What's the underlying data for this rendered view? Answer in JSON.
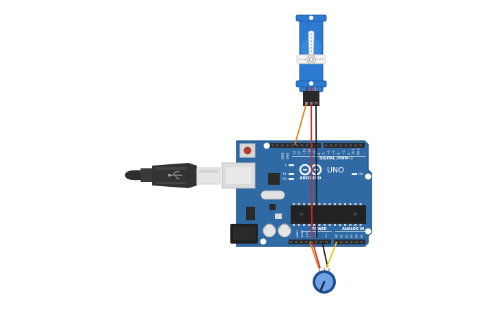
{
  "board": {
    "brand": "ARDUINO",
    "model": "UNO",
    "digital_header_label": "DIGITAL (PWM~)",
    "power_header_label": "POWER",
    "analog_header_label": "ANALOG IN",
    "on_label": "ON",
    "tx_label": "TX",
    "rx_label": "RX",
    "l_label": "L",
    "aref_label": "AREF",
    "gnd_label": "GND",
    "ioref_label": "IOREF",
    "reset_label": "RESET",
    "v33_label": "3.3V",
    "v5_label": "5V",
    "gnd2_label": "GND",
    "vin_label": "Vin",
    "digital_pins": [
      "13",
      "12",
      "~11",
      "~10",
      "~9",
      "8",
      "7",
      "~6",
      "~5",
      "4",
      "~3",
      "2",
      "TX 1",
      "RX 0"
    ],
    "analog_pins": [
      "A0",
      "A1",
      "A2",
      "A3",
      "A4",
      "A5"
    ]
  },
  "colors": {
    "pcb": "#2f6aa5",
    "pcb_edge": "#25598d",
    "header": "#2b2b2b",
    "servo_body": "#2c7ad1",
    "wire_orange": "#e0801a",
    "wire_red": "#cc2a2a",
    "wire_black": "#222222",
    "wire_yellow": "#e8c31a",
    "usb_cable": "#333333",
    "pot_body": "#2b5fa8"
  }
}
